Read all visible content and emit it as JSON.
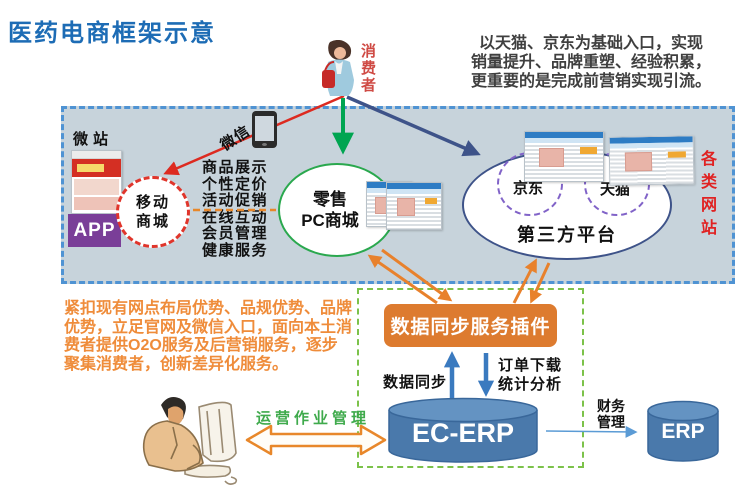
{
  "title": "医药电商框架示意",
  "intro": {
    "lines": [
      "以天猫、京东为基础入口，实现",
      "销量提升、品牌重塑、经验积累，",
      "更重要的是完成前营销实现引流。"
    ]
  },
  "consumer": {
    "label": "消费者"
  },
  "zone": {
    "weizhan": "微站",
    "app": "APP",
    "mobile_mall": "移动\n商城",
    "wechat": "微信",
    "services": [
      "商品展示",
      "个性定价",
      "活动促销",
      "在线互动",
      "会员管理",
      "健康服务"
    ],
    "retail_mall": "零售\nPC商城",
    "jd": "京东",
    "tmall": "天猫",
    "third_party": "第三方平台",
    "site_types": "各类网站"
  },
  "strategy": {
    "lines": [
      "紧扣现有网点布局优势、品规优势、品牌",
      "优势，立足官网及微信入口，面向本土消",
      "费者提供O2O服务及后营销服务，逐步",
      "聚集消费者，创新差异化服务。"
    ]
  },
  "sync": {
    "plugin": "数据同步服务插件",
    "data_sync": "数据同步",
    "order": "订单下载\n统计分析"
  },
  "erp": {
    "ec": "EC-ERP",
    "erp": "ERP",
    "finance": "财务\n管理",
    "ops": "运营作业管理"
  },
  "colors": {
    "title_blue": "#1d6cb5",
    "zone_fill": "#c7d3db",
    "zone_border": "#4f93d3",
    "orange": "#e8812c",
    "plugin_orange": "#dd7b2f",
    "green": "#2aa84e",
    "navy": "#3e5389",
    "purple_dashed": "#8163c8",
    "red": "#e0352b",
    "app_purple": "#7a3e98",
    "cylinder_blue": "#4a79ab",
    "strategy_orange": "#ef8c3a",
    "ops_green": "#3faa4c"
  }
}
